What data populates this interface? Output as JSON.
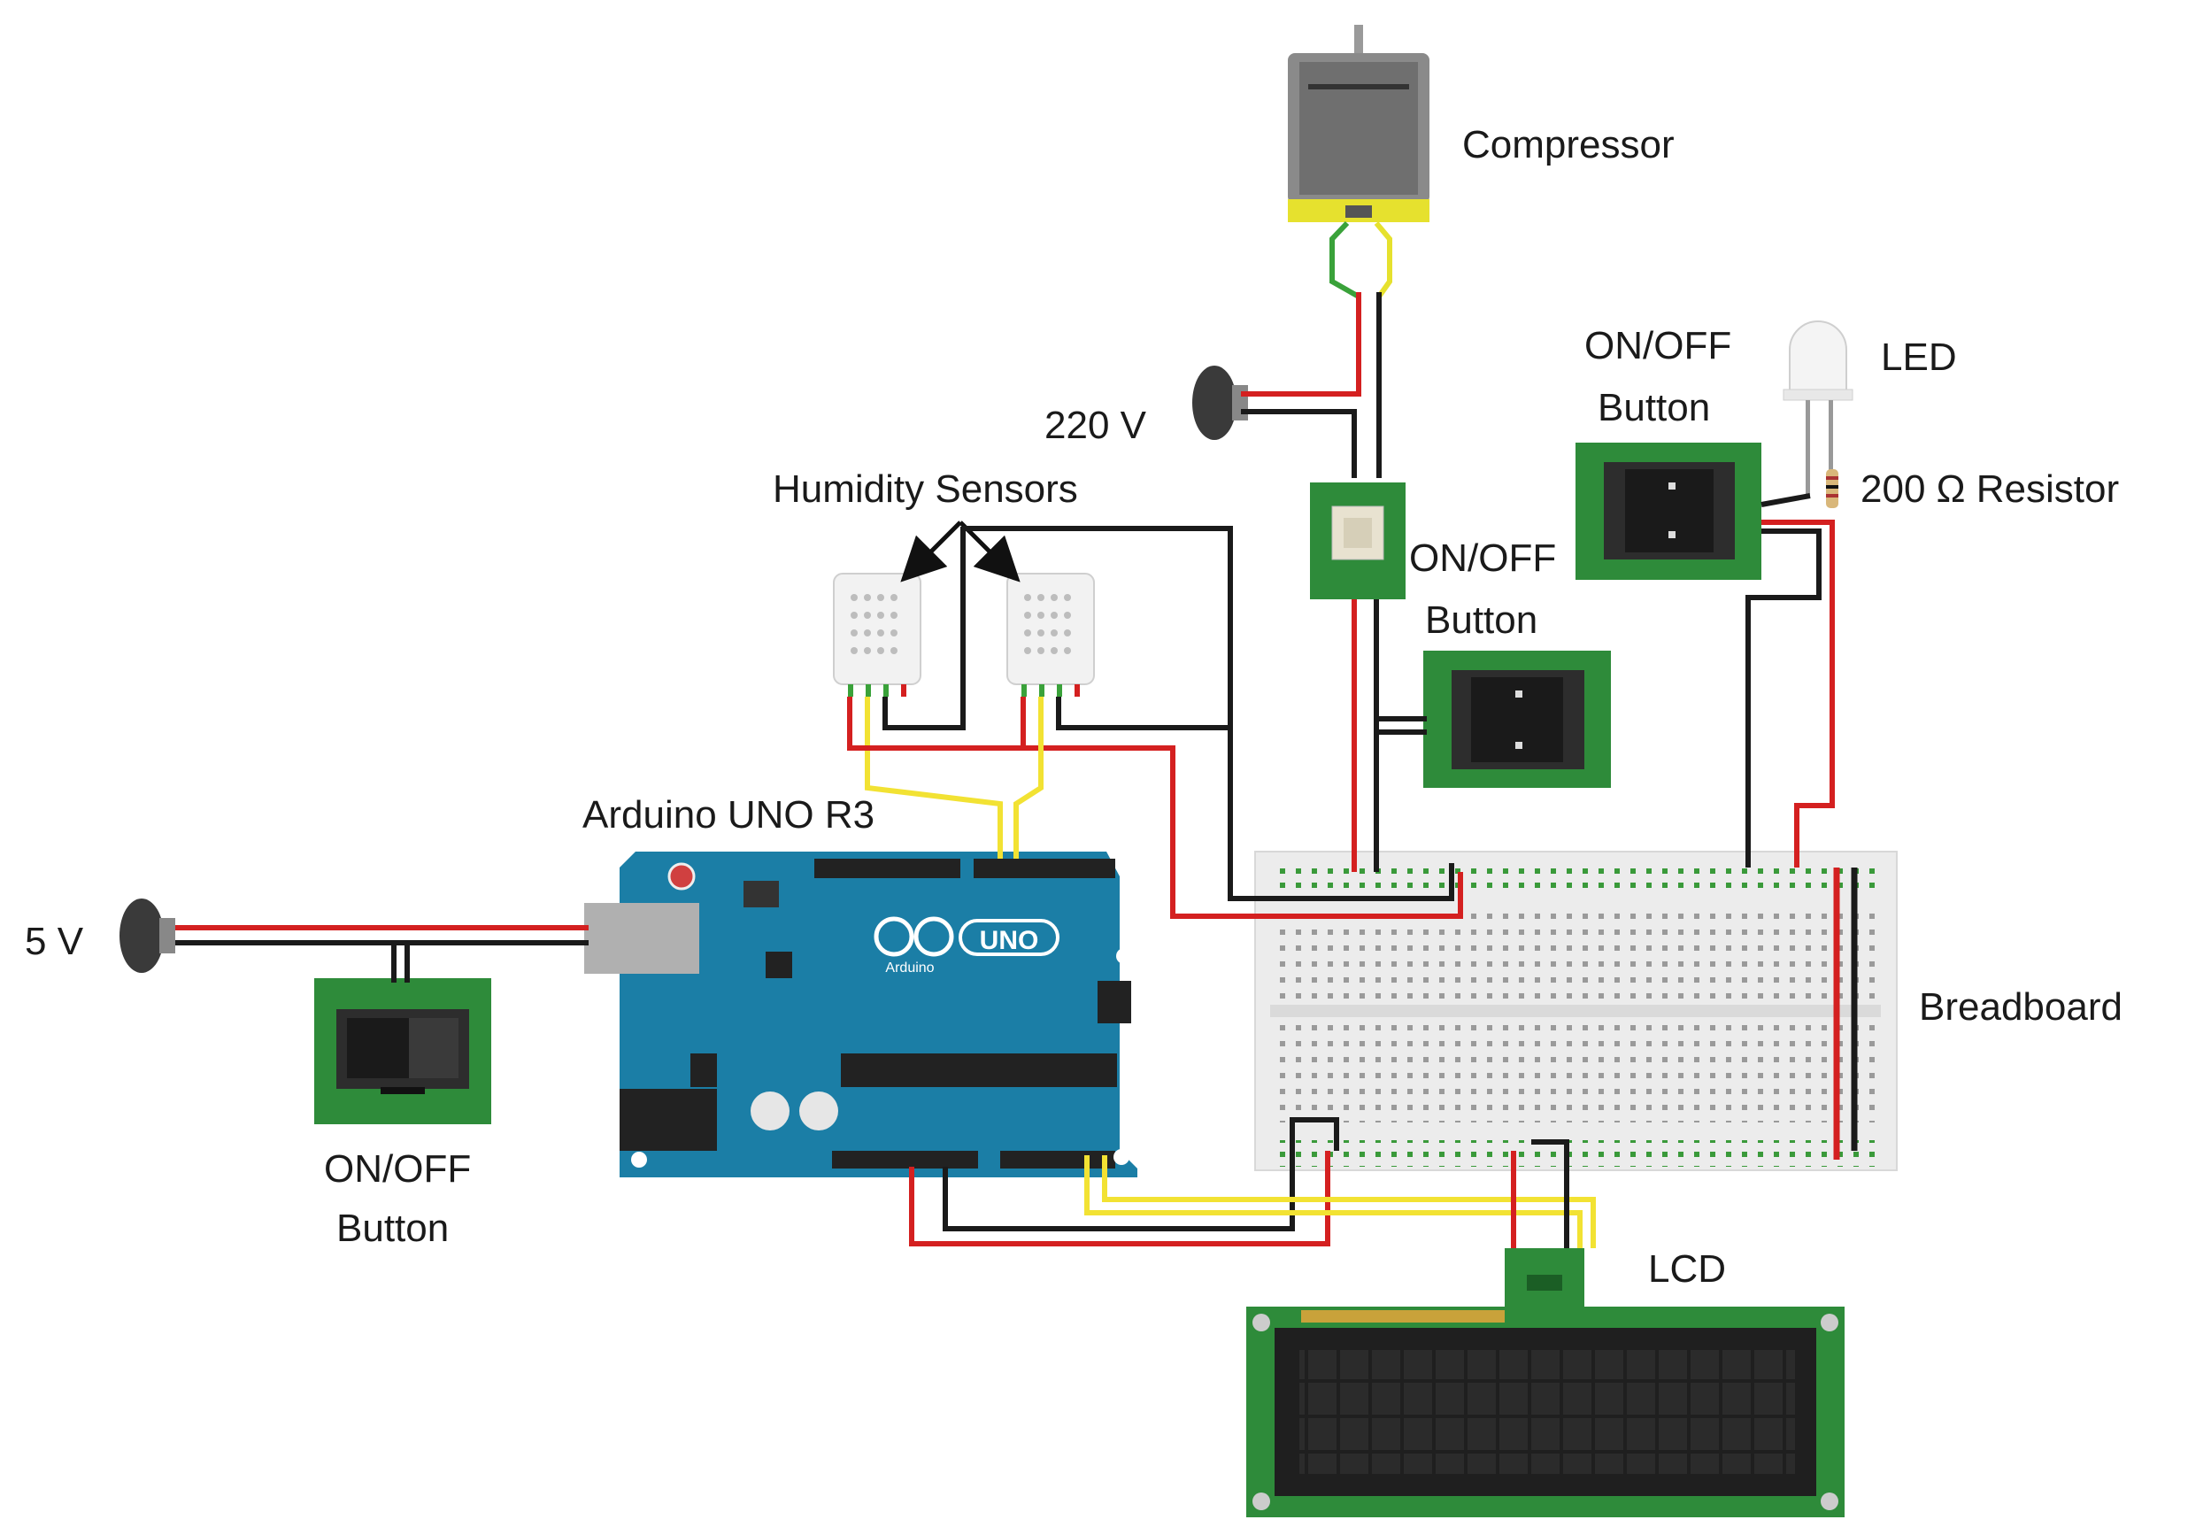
{
  "labels": {
    "compressor": "Compressor",
    "v220": "220 V",
    "humidity_sensors": "Humidity Sensors",
    "arduino": "Arduino UNO R3",
    "v5": "5 V",
    "onoff_left_line1": "ON/OFF",
    "onoff_left_line2": "Button",
    "onoff_mid_line1": "ON/OFF",
    "onoff_mid_line2": "Button",
    "onoff_right_line1": "ON/OFF",
    "onoff_right_line2": "Button",
    "led": "LED",
    "resistor": "200 Ω  Resistor",
    "breadboard": "Breadboard",
    "lcd": "LCD"
  },
  "arduino_logo": "UNO",
  "arduino_brand": "Arduino",
  "colors": {
    "wire_red": "#d42020",
    "wire_black": "#1a1a1a",
    "wire_yellow": "#f2e233",
    "wire_green": "#3aa23a",
    "pcb_green": "#2e8b3a",
    "arduino_blue": "#1b7ea6",
    "breadboard": "#eeeeee",
    "lcd_screen": "#1f1f1f"
  }
}
